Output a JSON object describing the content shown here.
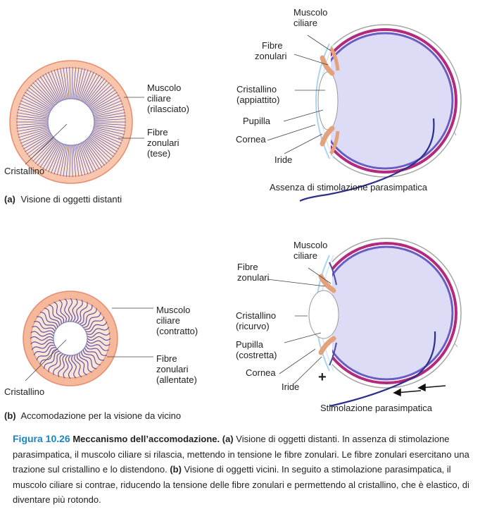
{
  "panel_a": {
    "ring_labels": {
      "muscle": [
        "Muscolo",
        "ciliare",
        "(rilasciato)"
      ],
      "fibers": [
        "Fibre",
        "zonulari",
        "(tese)"
      ],
      "lens": "Cristallino"
    },
    "caption_letter": "(a)",
    "caption_text": "Visione di oggetti distanti",
    "eye_labels": {
      "muscle": [
        "Muscolo",
        "ciliare"
      ],
      "fibers": [
        "Fibre",
        "zonulari"
      ],
      "lens": [
        "Cristallino",
        "(appiattito)"
      ],
      "pupil": "Pupilla",
      "cornea": "Cornea",
      "iris": "Iride"
    },
    "stimulation": "Assenza di stimolazione parasimpatica"
  },
  "panel_b": {
    "ring_labels": {
      "muscle": [
        "Muscolo",
        "ciliare",
        "(contratto)"
      ],
      "fibers": [
        "Fibre",
        "zonulari",
        "(allentate)"
      ],
      "lens": "Cristallino"
    },
    "caption_letter": "(b)",
    "caption_text": "Accomodazione per la visione da vicino",
    "eye_labels": {
      "muscle": [
        "Muscolo",
        "ciliare"
      ],
      "fibers": [
        "Fibre",
        "zonulari"
      ],
      "lens": [
        "Cristallino",
        "(ricurvo)"
      ],
      "pupil": [
        "Pupilla",
        "(costretta)"
      ],
      "cornea": "Cornea",
      "iris": "Iride"
    },
    "plus": "+",
    "stimulation": "Stimolazione parasimpatica"
  },
  "figure": {
    "number": "Figura 10.26",
    "title": "Meccanismo dell’accomodazione.",
    "a_label": "(a)",
    "a_text": "Visione di oggetti distanti. In assenza di stimolazione parasimpatica, il muscolo ciliare si rilascia, mettendo in tensione le fibre zonulari. Le fibre zonulari esercitano una trazione sul cristallino e lo distendono.",
    "b_label": "(b)",
    "b_text": "Visione di oggetti vicini. In seguito a stimolazione parasimpatica, il muscolo ciliare si contrae, riducendo la tensione delle fibre zonulari e permettendo al cristallino, che è elastico, di diventare più rotondo."
  },
  "colors": {
    "muscle_ring": "#f2a98a",
    "muscle_ring_light": "#f8ceb8",
    "fibers": "#4d4aa0",
    "sclera": "#b2297d",
    "choroid": "#6b5cc4",
    "vitreous": "#dcdcf6",
    "nerve": "#2c2e8c",
    "figure_blue": "#1b84c4",
    "cornea": "#a9d4ee"
  }
}
